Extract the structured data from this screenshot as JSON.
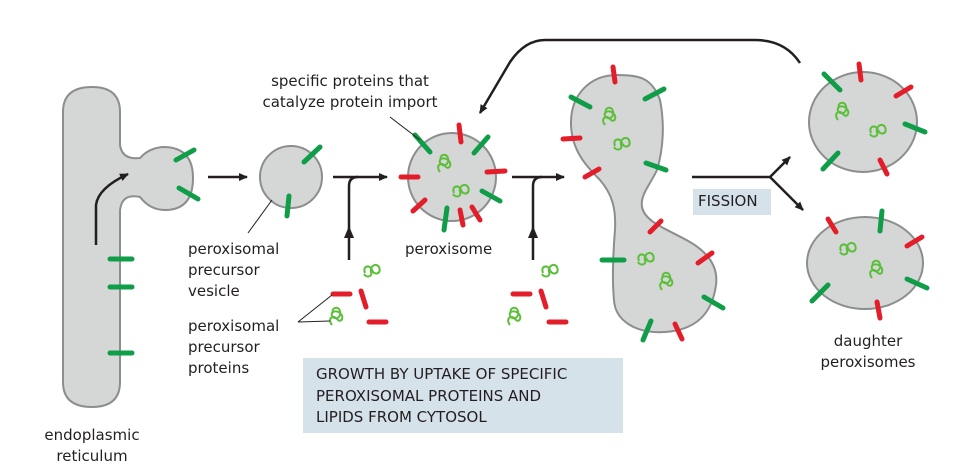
{
  "labels": {
    "import_proteins": [
      "specific proteins that",
      "catalyze protein import"
    ],
    "precursor_vesicle": [
      "peroxisomal",
      "precursor",
      "vesicle"
    ],
    "precursor_proteins": [
      "peroxisomal",
      "precursor",
      "proteins"
    ],
    "peroxisome": "peroxisome",
    "er": [
      "endoplasmic",
      "reticulum"
    ],
    "daughter": [
      "daughter",
      "peroxisomes"
    ]
  },
  "boxes": {
    "growth": [
      "GROWTH BY UPTAKE OF SPECIFIC",
      "PEROXISOMAL PROTEINS AND",
      "LIPIDS FROM CYTOSOL"
    ],
    "fission": "FISSION"
  },
  "colors": {
    "membrane_fill": "#d4d7d6",
    "membrane_stroke": "#8c8e8e",
    "import_protein_green": "#0f9d48",
    "membrane_protein_red": "#e31e2a",
    "matrix_protein_green": "#5cbf3a",
    "box_fill": "#d5e2ea"
  }
}
